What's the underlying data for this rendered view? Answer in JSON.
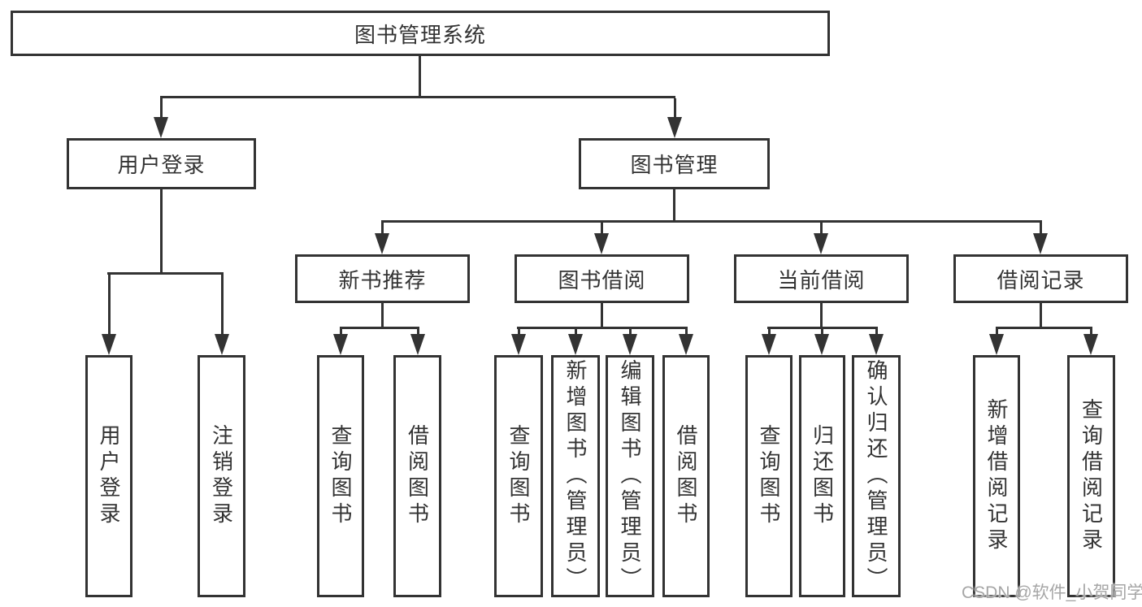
{
  "diagram_title": "图书管理系统",
  "nodes": {
    "root": "图书管理系统",
    "user_login": "用户登录",
    "book_mgmt": "图书管理",
    "new_book_rec": "新书推荐",
    "book_borrow": "图书借阅",
    "current_borrow": "当前借阅",
    "borrow_records": "借阅记录",
    "login_leaf": "用户登录",
    "logout_leaf": "注销登录",
    "nbr_query": "查询图书",
    "nbr_borrow": "借阅图书",
    "bb_query": "查询图书",
    "bb_add": "新增图书（管理员）",
    "bb_edit": "编辑图书（管理员）",
    "bb_borrow": "借阅图书",
    "cb_query": "查询图书",
    "cb_return": "归还图书",
    "cb_confirm": "确认归还（管理员）",
    "br_add": "新增借阅记录",
    "br_query": "查询借阅记录"
  },
  "hierarchy": {
    "图书管理系统": {
      "用户登录": [
        "用户登录",
        "注销登录"
      ],
      "图书管理": {
        "新书推荐": [
          "查询图书",
          "借阅图书"
        ],
        "图书借阅": [
          "查询图书",
          "新增图书（管理员）",
          "编辑图书（管理员）",
          "借阅图书"
        ],
        "当前借阅": [
          "查询图书",
          "归还图书",
          "确认归还（管理员）"
        ],
        "借阅记录": [
          "新增借阅记录",
          "查询借阅记录"
        ]
      }
    }
  },
  "watermark": "CSDN @软件_小贺同学",
  "colors": {
    "line": "#333333",
    "text": "#333333",
    "background": "#ffffff",
    "watermark": "#a6a6a6"
  }
}
